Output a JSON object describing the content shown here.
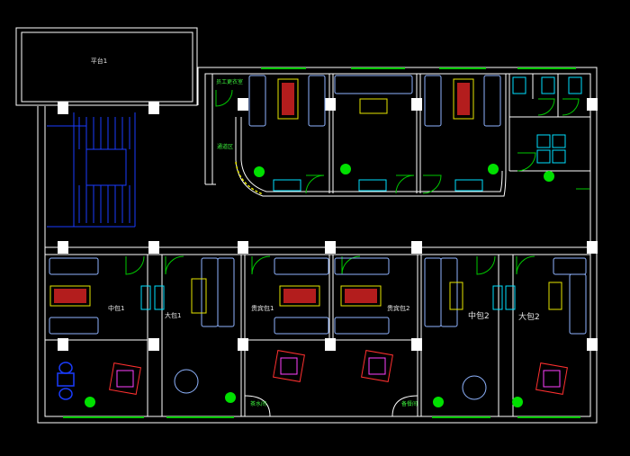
{
  "labels": {
    "top_box": "平台1",
    "top_corridor": "员工更衣室",
    "side_label": "通道区",
    "room_left_1": "中包1",
    "room_left_2": "大包1",
    "room_mid_1": "贵宾包1",
    "room_mid_2": "贵宾包2",
    "room_right_1": "中包2",
    "room_right_2": "大包2",
    "bottom_1": "茶水间",
    "bottom_2": "备餐间"
  },
  "colors": {
    "wall": "#ffffff",
    "sofa": "#8fb4ff",
    "rug": "#ff2a2a",
    "table": "#e6e600",
    "plant": "#00e000",
    "door": "#00c800",
    "stair": "#0030ff",
    "fixture": "#00e0ff"
  }
}
